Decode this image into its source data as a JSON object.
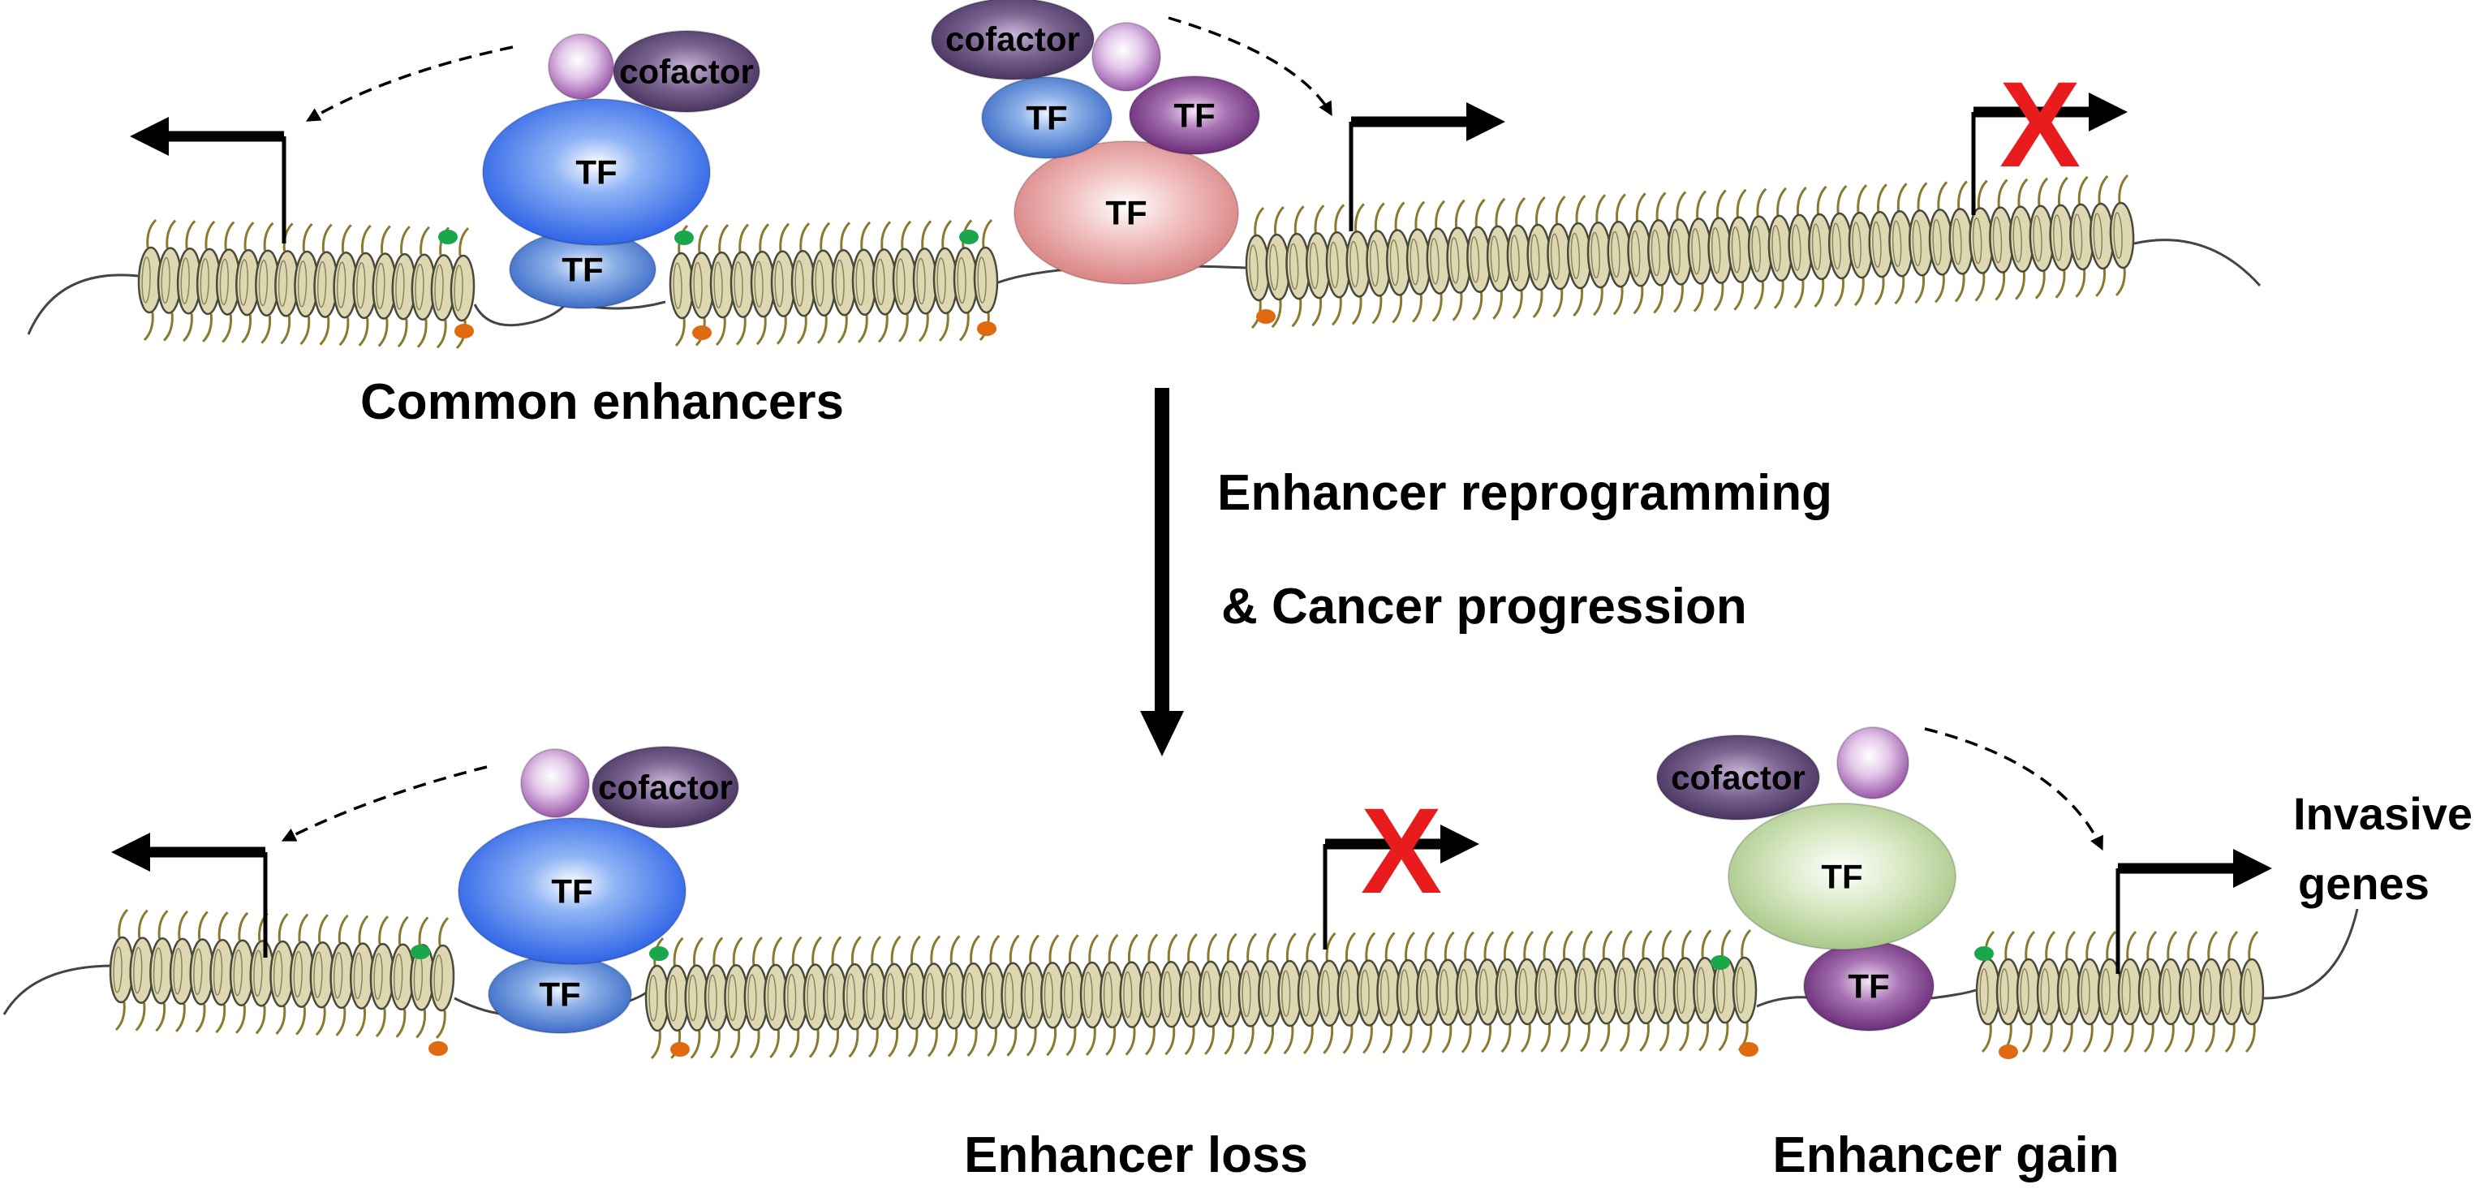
{
  "labels": {
    "tf": "TF",
    "cofactor": "cofactor",
    "repressed_mark": "X",
    "common_enhancers": "Common enhancers",
    "reprogramming_line1": "Enhancer reprogramming",
    "reprogramming_line2": "& Cancer progression",
    "enhancer_loss": "Enhancer loss",
    "enhancer_gain": "Enhancer gain",
    "invasive_line1": "Invasive",
    "invasive_line2": "genes"
  },
  "colors": {
    "tf_blue": "#4a7fe0",
    "tf_pink": "#e8a8a8",
    "tf_green": "#c8dcae",
    "tf_purple": "#7a3f86",
    "cofactor": "#5f4a72",
    "cofactor_ball": "#a56bb0",
    "nucleosome": "#ddd7b2",
    "nucleosome_stroke": "#4a4a3a",
    "histone_tail": "#8a7a2e",
    "mark_green": "#1aa64a",
    "mark_orange": "#e06a10",
    "repress_x": "#e81c1c",
    "arrow": "#000000",
    "dna": "#444444"
  }
}
